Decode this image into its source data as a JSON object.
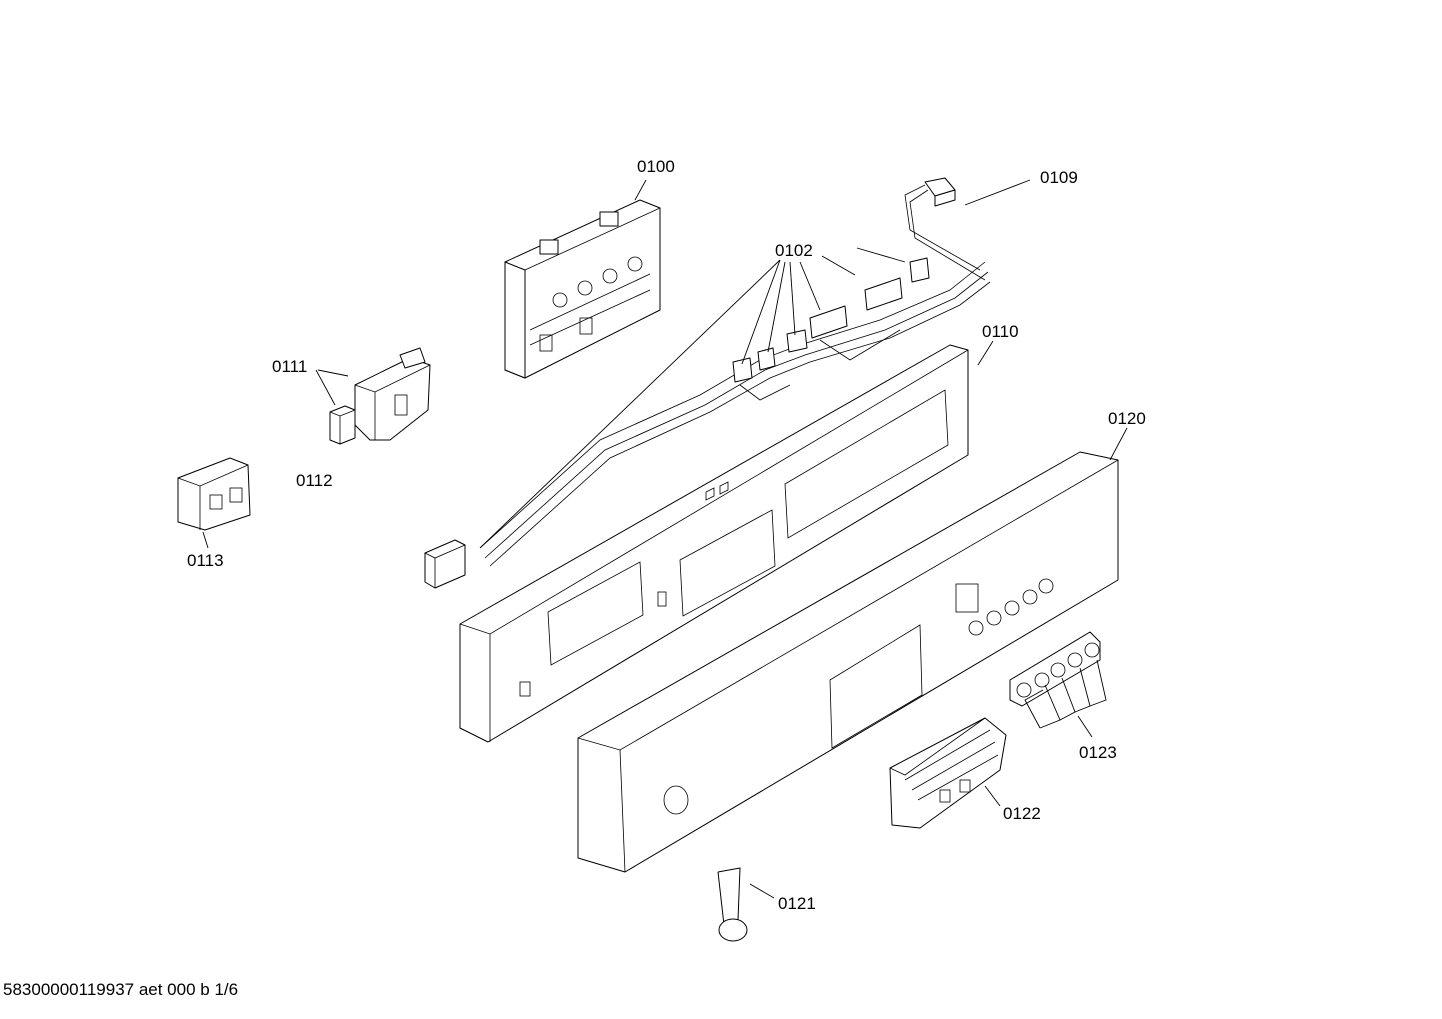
{
  "parts": [
    {
      "id": "p0100",
      "label": "0100"
    },
    {
      "id": "p0102",
      "label": "0102"
    },
    {
      "id": "p0109",
      "label": "0109"
    },
    {
      "id": "p0110",
      "label": "0110"
    },
    {
      "id": "p0111",
      "label": "0111"
    },
    {
      "id": "p0112",
      "label": "0112"
    },
    {
      "id": "p0113",
      "label": "0113"
    },
    {
      "id": "p0120",
      "label": "0120"
    },
    {
      "id": "p0121",
      "label": "0121"
    },
    {
      "id": "p0122",
      "label": "0122"
    },
    {
      "id": "p0123",
      "label": "0123"
    }
  ],
  "footer": "58300000119937 aet 000 b 1/6"
}
